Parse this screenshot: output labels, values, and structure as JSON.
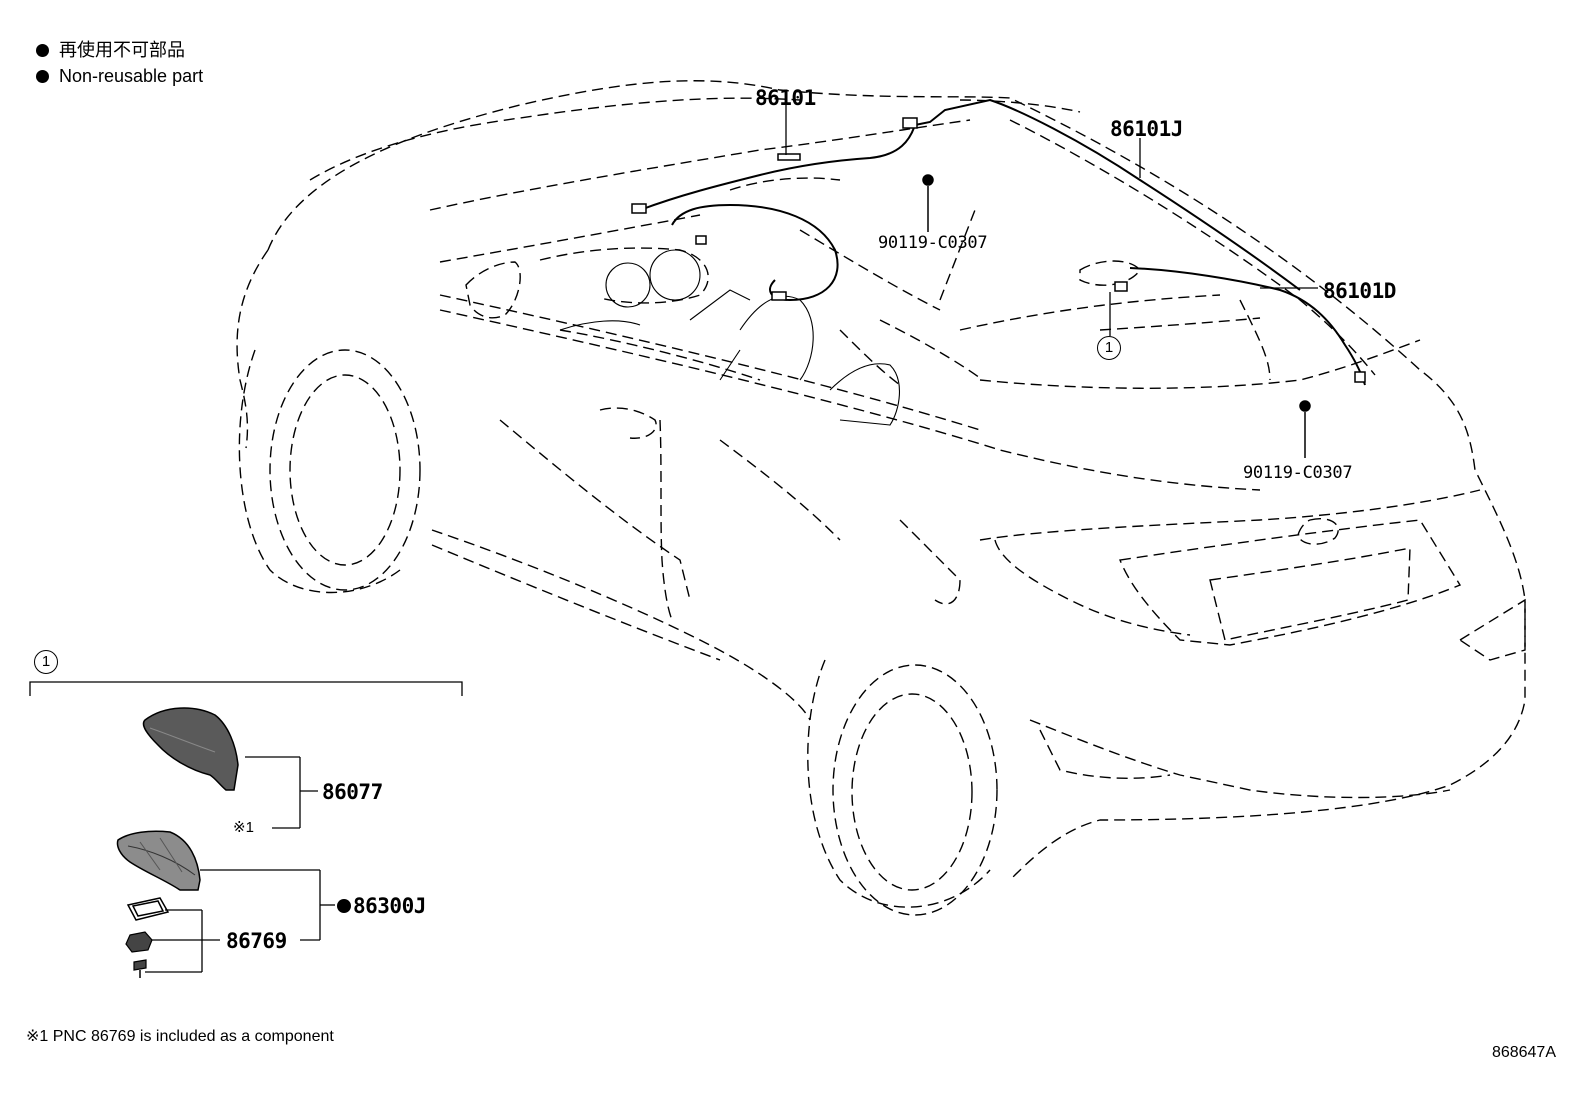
{
  "legend": {
    "jp_text": "再使用不可部品",
    "en_text": "Non-reusable part"
  },
  "callouts": {
    "harness_main": "86101",
    "harness_j": "86101J",
    "harness_d": "86101D",
    "bolt_front": "90119-C0307",
    "bolt_rear": "90119-C0307",
    "antenna_cover": "86077",
    "antenna_assy": "86300J",
    "gasket_kit": "86769"
  },
  "group_marker": "1",
  "remark_marker": "※1",
  "footnote": "※1 PNC 86769 is included as a component",
  "figure_number": "868647A"
}
